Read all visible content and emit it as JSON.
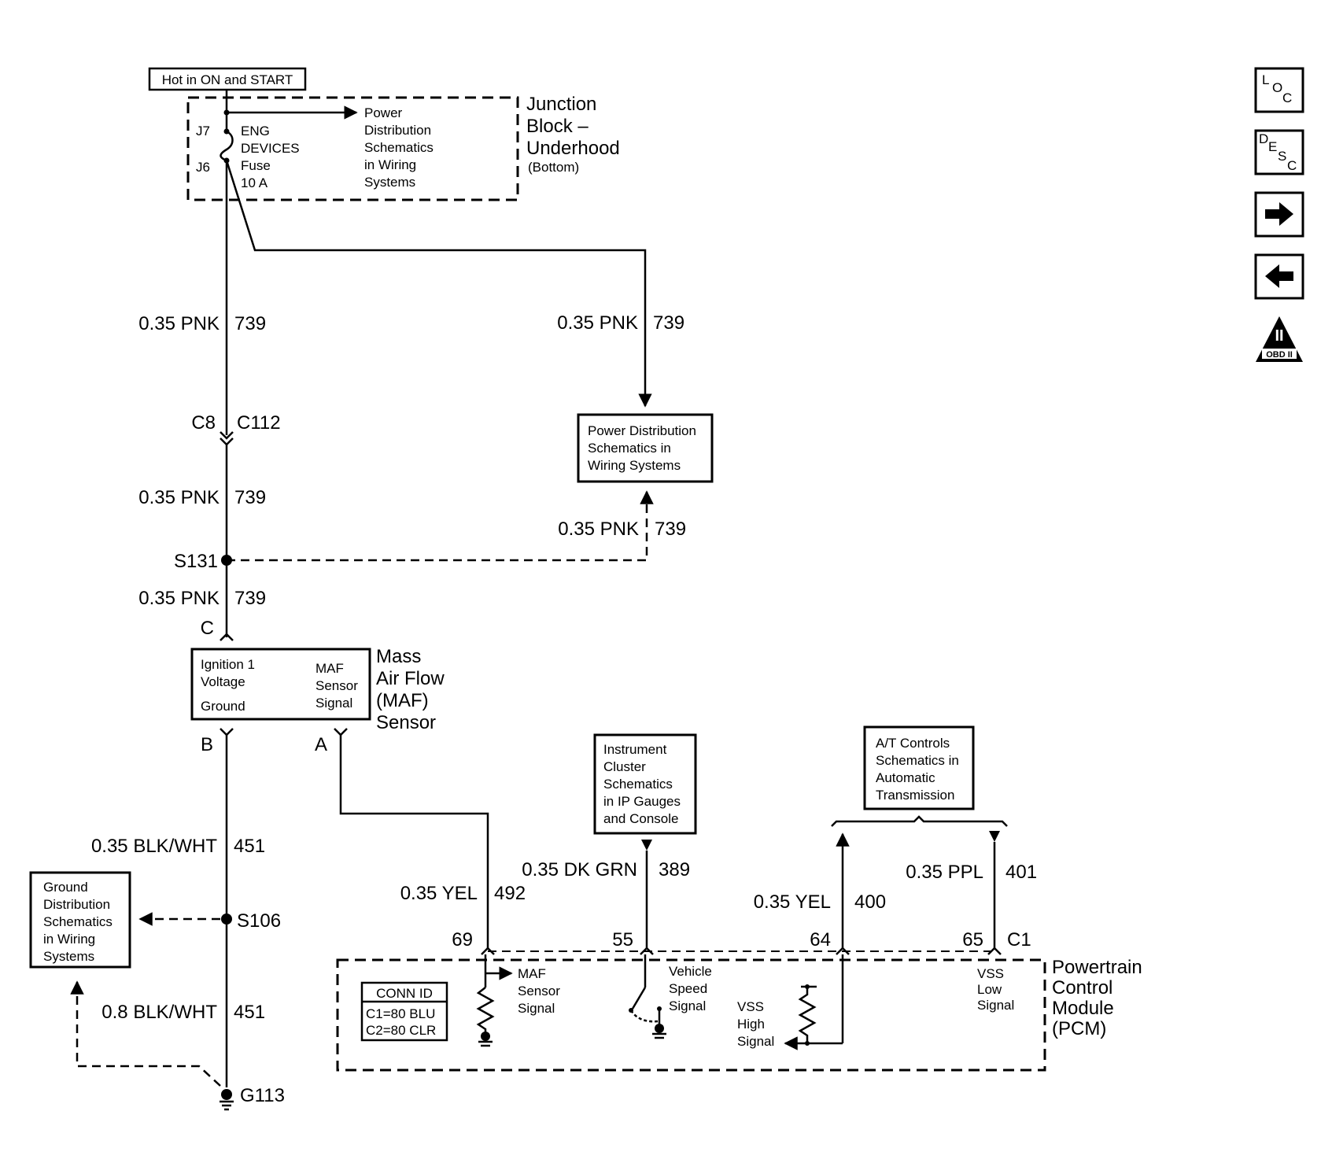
{
  "hot_label": "Hot in ON and START",
  "junction_block": {
    "title_lines": [
      "Junction",
      "Block –",
      "Underhood"
    ],
    "subtitle": "(Bottom)",
    "j7": "J7",
    "j6": "J6",
    "fuse_lines": [
      "ENG",
      "DEVICES",
      "Fuse",
      "10 A"
    ],
    "ref_lines": [
      "Power",
      "Distribution",
      "Schematics",
      "in Wiring",
      "Systems"
    ]
  },
  "wires": {
    "left_1": {
      "gauge": "0.35 PNK",
      "circuit": "739"
    },
    "right_1": {
      "gauge": "0.35 PNK",
      "circuit": "739"
    },
    "left_2": {
      "gauge": "0.35 PNK",
      "circuit": "739"
    },
    "right_2": {
      "gauge": "0.35 PNK",
      "circuit": "739"
    },
    "left_3": {
      "gauge": "0.35 PNK",
      "circuit": "739"
    },
    "ground_1": {
      "gauge": "0.35 BLK/WHT",
      "circuit": "451"
    },
    "ground_2": {
      "gauge": "0.8 BLK/WHT",
      "circuit": "451"
    },
    "maf": {
      "gauge": "0.35 YEL",
      "circuit": "492"
    },
    "vss_cluster": {
      "gauge": "0.35 DK GRN",
      "circuit": "389"
    },
    "vss_high": {
      "gauge": "0.35 YEL",
      "circuit": "400"
    },
    "vss_low": {
      "gauge": "0.35 PPL",
      "circuit": "401"
    }
  },
  "connectors": {
    "c8": "C8",
    "c112": "C112",
    "s131": "S131",
    "s106": "S106",
    "g113": "G113",
    "pin_c": "C",
    "pin_b": "B",
    "pin_a": "A",
    "c1": "C1",
    "pcm_pins": [
      "69",
      "55",
      "64",
      "65"
    ]
  },
  "pd_box_lines": [
    "Power Distribution",
    "Schematics in",
    "Wiring Systems"
  ],
  "maf_sensor": {
    "title_lines": [
      "Mass",
      "Air Flow",
      "(MAF)",
      "Sensor"
    ],
    "ign_lines": [
      "Ignition 1",
      "Voltage"
    ],
    "ground": "Ground",
    "signal_lines": [
      "MAF",
      "Sensor",
      "Signal"
    ]
  },
  "ground_box_lines": [
    "Ground",
    "Distribution",
    "Schematics",
    "in Wiring",
    "Systems"
  ],
  "ic_box_lines": [
    "Instrument",
    "Cluster",
    "Schematics",
    "in IP Gauges",
    "and Console"
  ],
  "at_box_lines": [
    "A/T Controls",
    "Schematics in",
    "Automatic",
    "Transmission"
  ],
  "pcm": {
    "title_lines": [
      "Powertrain",
      "Control",
      "Module",
      "(PCM)"
    ],
    "conn_id_title": "CONN ID",
    "conn_id_lines": [
      "C1=80 BLU",
      "C2=80 CLR"
    ],
    "maf_lines": [
      "MAF",
      "Sensor",
      "Signal"
    ],
    "vs_lines": [
      "Vehicle",
      "Speed",
      "Signal"
    ],
    "vss_high_lines": [
      "VSS",
      "High",
      "Signal"
    ],
    "vss_low_lines": [
      "VSS",
      "Low",
      "Signal"
    ]
  },
  "nav": {
    "loc": {
      "chars": [
        "L",
        "O",
        "C"
      ]
    },
    "desc": {
      "chars": [
        "D",
        "E",
        "S",
        "C"
      ]
    },
    "obd": {
      "roman": "II",
      "label": "OBD II"
    }
  }
}
